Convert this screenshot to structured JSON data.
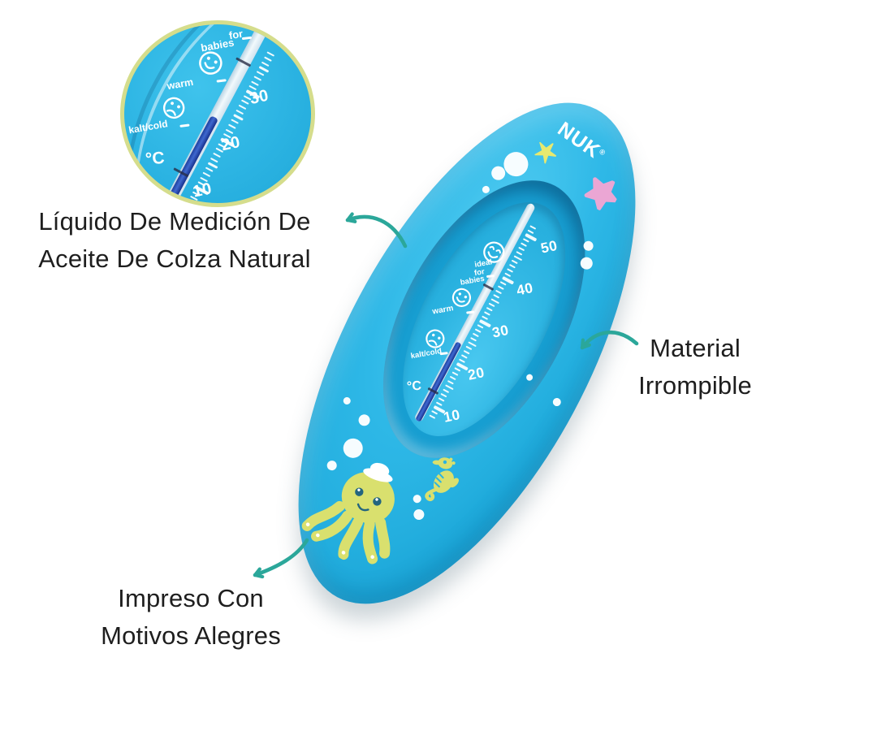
{
  "annotations": {
    "liquid": {
      "line1": "Líquido De Medición De",
      "line2": "Aceite De Colza Natural"
    },
    "material": {
      "line1": "Material",
      "line2": "Irrompible"
    },
    "motifs": {
      "line1": "Impreso Con",
      "line2": "Motivos Alegres"
    }
  },
  "product": {
    "brand": "NUK",
    "trademark": "®",
    "unit": "°C",
    "scale_numbers": [
      "50",
      "40",
      "30",
      "20",
      "10"
    ],
    "labels": {
      "ideal_l1": "ideal",
      "ideal_l2": "for",
      "ideal_l3": "babies",
      "warm": "warm",
      "cold": "kalt/cold"
    },
    "motif_names": [
      "octopus-with-sailor-hat",
      "seahorse",
      "pink-starfish",
      "yellow-star",
      "bubbles"
    ]
  },
  "magnifier": {
    "unit": "°C",
    "scale_numbers": [
      "30",
      "20",
      "10"
    ],
    "top_l1": "for",
    "top_l2": "babies",
    "labels": {
      "warm": "warm",
      "cold": "kalt/cold"
    }
  },
  "colors": {
    "body_blue": "#2ab4e2",
    "accent_teal": "#2BA79A",
    "motif_green": "#d9e06e",
    "starfish_pink": "#eba6d4",
    "liquid_blue": "#2a4db4",
    "ring_green": "#d5dd8c",
    "text_black": "#1e1e1e"
  }
}
